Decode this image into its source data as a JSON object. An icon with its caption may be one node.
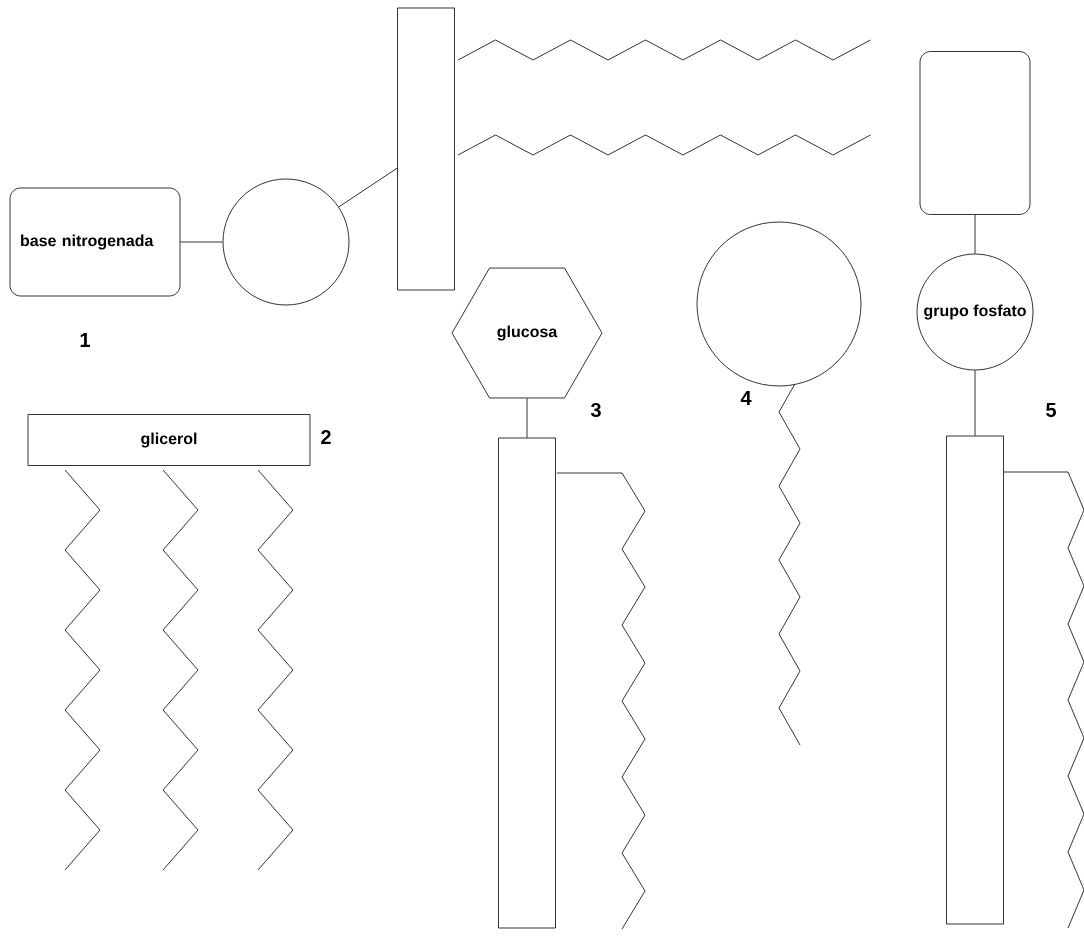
{
  "diagram": {
    "nodes": [
      {
        "text": [
          "base nitrogenada"
        ]
      },
      {
        "text": [],
        "shape": "circle"
      },
      {
        "text": [],
        "shape": "bar"
      },
      {
        "text": [],
        "shape": "box"
      },
      {
        "text": [
          "glucosa"
        ]
      },
      {
        "text": [],
        "shape": "circle"
      },
      {
        "text": [
          "grupo fosfato"
        ]
      },
      {
        "text": [
          "glicerol"
        ]
      },
      {
        "text": [],
        "shape": "bar"
      },
      {
        "text": [],
        "shape": "bar"
      }
    ],
    "edges": [
      {
        "from": 0,
        "to": 1,
        "arrow": "none"
      },
      {
        "from": 1,
        "to": 2,
        "arrow": "none"
      },
      {
        "from": 3,
        "to": 6,
        "arrow": "none"
      },
      {
        "from": 4,
        "to": 8,
        "arrow": "none"
      },
      {
        "from": 6,
        "to": 9,
        "arrow": "none"
      }
    ],
    "labels": [
      "1",
      "2",
      "3",
      "4",
      "5"
    ]
  }
}
